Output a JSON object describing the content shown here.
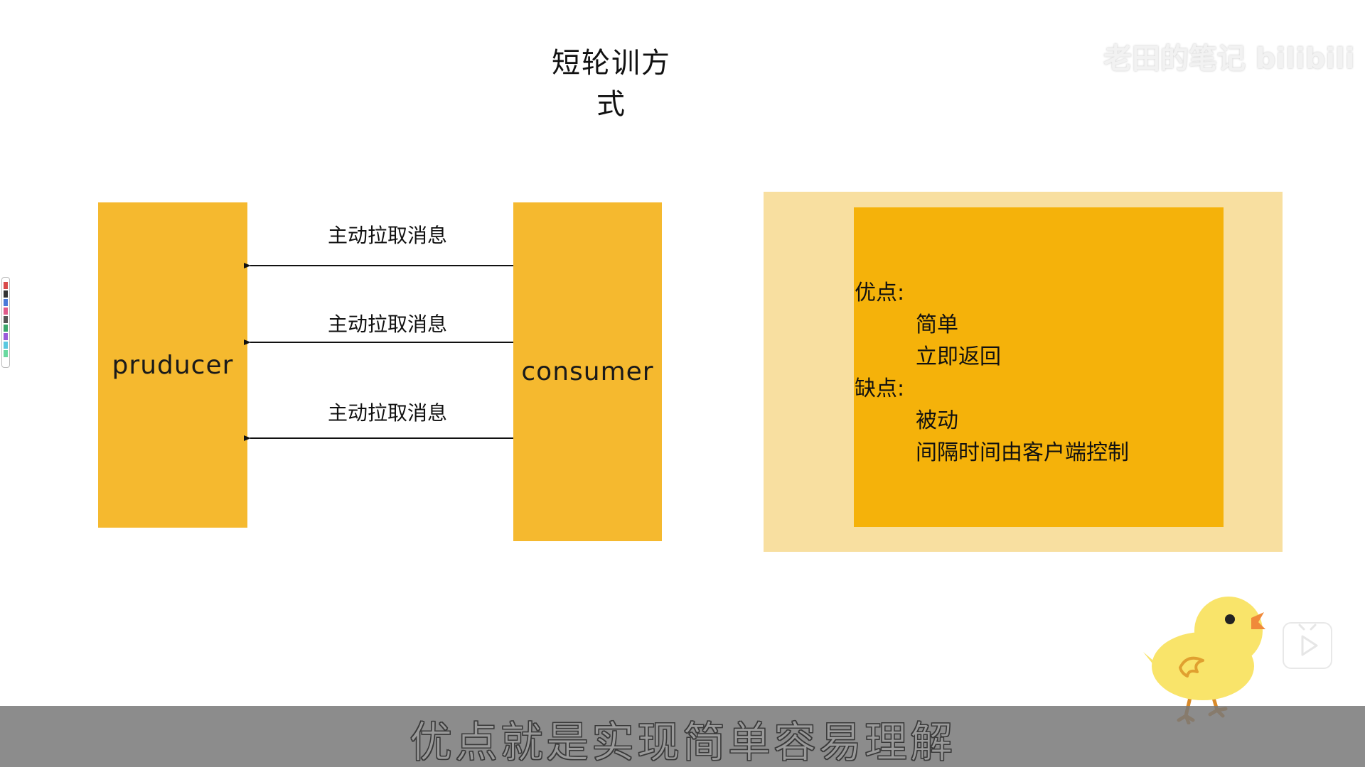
{
  "slide": {
    "title": "短轮训方式",
    "watermark": "老田的笔记 bilibili"
  },
  "diagram": {
    "producer_label": "pruducer",
    "consumer_label": "consumer",
    "arrows": [
      {
        "label": "主动拉取消息"
      },
      {
        "label": "主动拉取消息"
      },
      {
        "label": "主动拉取消息"
      }
    ]
  },
  "info_box": {
    "pros_heading": "优点:",
    "pros": [
      "简单",
      "立即返回"
    ],
    "cons_heading": "缺点:",
    "cons": [
      "被动",
      "间隔时间由客户端控制"
    ]
  },
  "subtitle": "优点就是实现简单容易理解",
  "colors": {
    "block": "#f5b92f",
    "info_outer": "#f8dfa0",
    "info_inner": "#f5b20a",
    "chick": "#f9e46a"
  },
  "icons": {
    "mascot": "chick-mascot-icon",
    "play": "play-icon",
    "toolbar": "color-palette-toolbar"
  }
}
